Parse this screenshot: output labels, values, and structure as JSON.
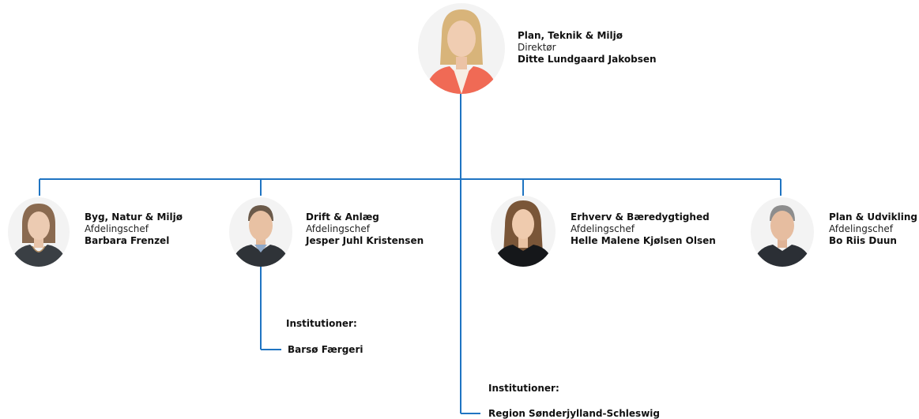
{
  "colors": {
    "connector": "#1f74c2"
  },
  "director": {
    "department": "Plan, Teknik & Miljø",
    "role": "Direktør",
    "name": "Ditte Lundgaard Jakobsen",
    "portrait": "woman-blonde-coral-jacket"
  },
  "managers": [
    {
      "department": "Byg, Natur & Miljø",
      "role": "Afdelingschef",
      "name": "Barbara Frenzel",
      "portrait": "woman-brown-hair-necklace"
    },
    {
      "department": "Drift & Anlæg",
      "role": "Afdelingschef",
      "name": "Jesper Juhl Kristensen",
      "portrait": "man-short-hair-sweater"
    },
    {
      "department": "Erhverv & Bæredygtighed",
      "role": "Afdelingschef",
      "name": "Helle Malene Kjølsen Olsen",
      "portrait": "woman-long-brown-hair"
    },
    {
      "department": "Plan & Udvikling",
      "role": "Afdelingschef",
      "name": "Bo Riis Duun",
      "portrait": "man-grey-hair-jacket"
    }
  ],
  "institutions_drift": {
    "label": "Institutioner:",
    "items": [
      "Barsø Færgeri"
    ]
  },
  "institutions_director": {
    "label": "Institutioner:",
    "items": [
      "Region Sønderjylland-Schleswig"
    ]
  }
}
